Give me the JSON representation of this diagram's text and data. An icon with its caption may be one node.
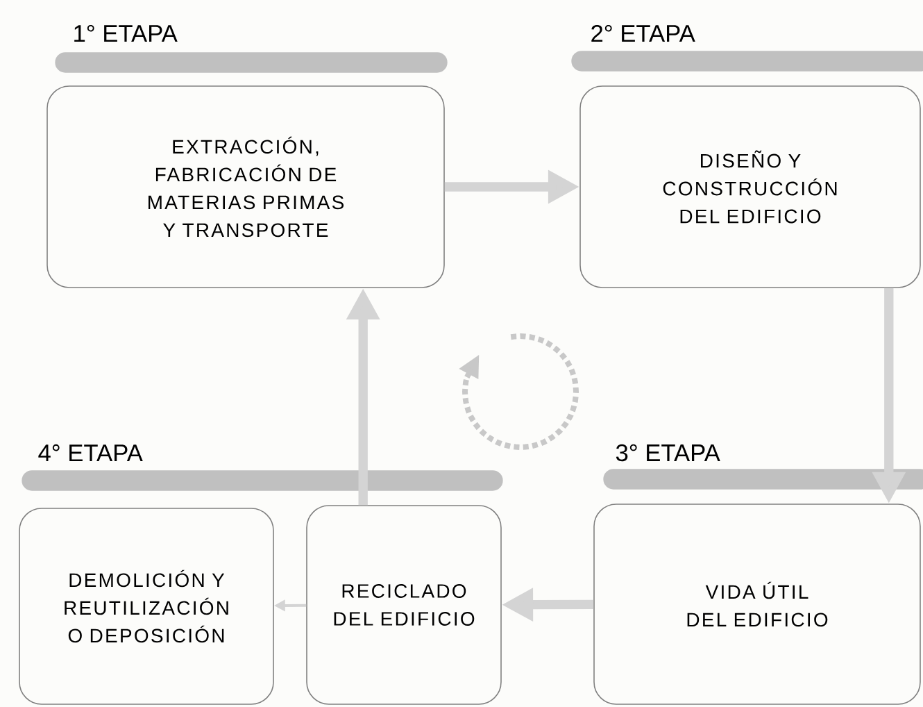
{
  "diagram": {
    "nodes": [
      {
        "text": [
          "EXTRACCIÓN, FABRICACIÓN DE MATERIAS PRIMAS Y TRANSPORTE"
        ]
      },
      {
        "text": [
          "DISEÑO Y CONSTRUCCIÓN DEL EDIFICIO"
        ]
      },
      {
        "text": [
          "VIDA ÚTIL DEL EDIFICIO"
        ]
      },
      {
        "text": [
          "RECICLADO DEL EDIFICIO"
        ]
      },
      {
        "text": [
          "DEMOLICIÓN Y REUTILIZACIÓN O DEPOSICIÓN"
        ]
      }
    ],
    "edges": [
      {
        "from": 0,
        "to": 1,
        "arrow": "to"
      },
      {
        "from": 1,
        "to": 2,
        "arrow": "to"
      },
      {
        "from": 2,
        "to": 3,
        "arrow": "to"
      },
      {
        "from": 3,
        "to": 4,
        "arrow": "to"
      },
      {
        "from": 3,
        "to": 0,
        "arrow": "to"
      }
    ],
    "labels": [
      "1° ETAPA",
      "2° ETAPA",
      "4° ETAPA",
      "3° ETAPA"
    ]
  }
}
